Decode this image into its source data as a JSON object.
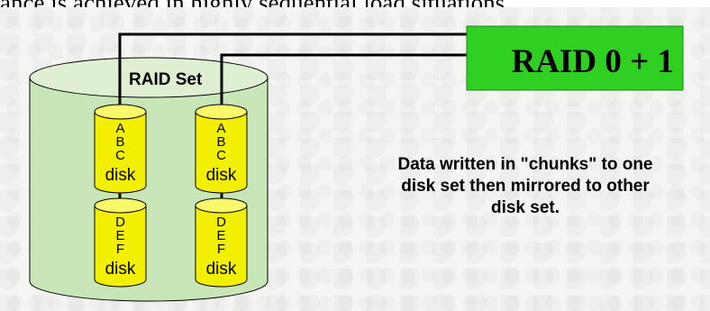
{
  "caption": "ance is achieved in highly sequential load situations.",
  "raid_title": "RAID 0 + 1",
  "set_label": "RAID Set",
  "disks": [
    {
      "letters": [
        "A",
        "B",
        "C"
      ],
      "label": "disk"
    },
    {
      "letters": [
        "A",
        "B",
        "C"
      ],
      "label": "disk"
    },
    {
      "letters": [
        "D",
        "E",
        "F"
      ],
      "label": "disk"
    },
    {
      "letters": [
        "D",
        "E",
        "F"
      ],
      "label": "disk"
    }
  ],
  "description": [
    "Data written in \"chunks\" to one",
    "disk set then mirrored to other",
    "disk set."
  ],
  "colors": {
    "raid_box": "#2fd022",
    "set_cylinder": "#c8e6b8",
    "disk": "#f2f000",
    "outline": "#000000"
  }
}
